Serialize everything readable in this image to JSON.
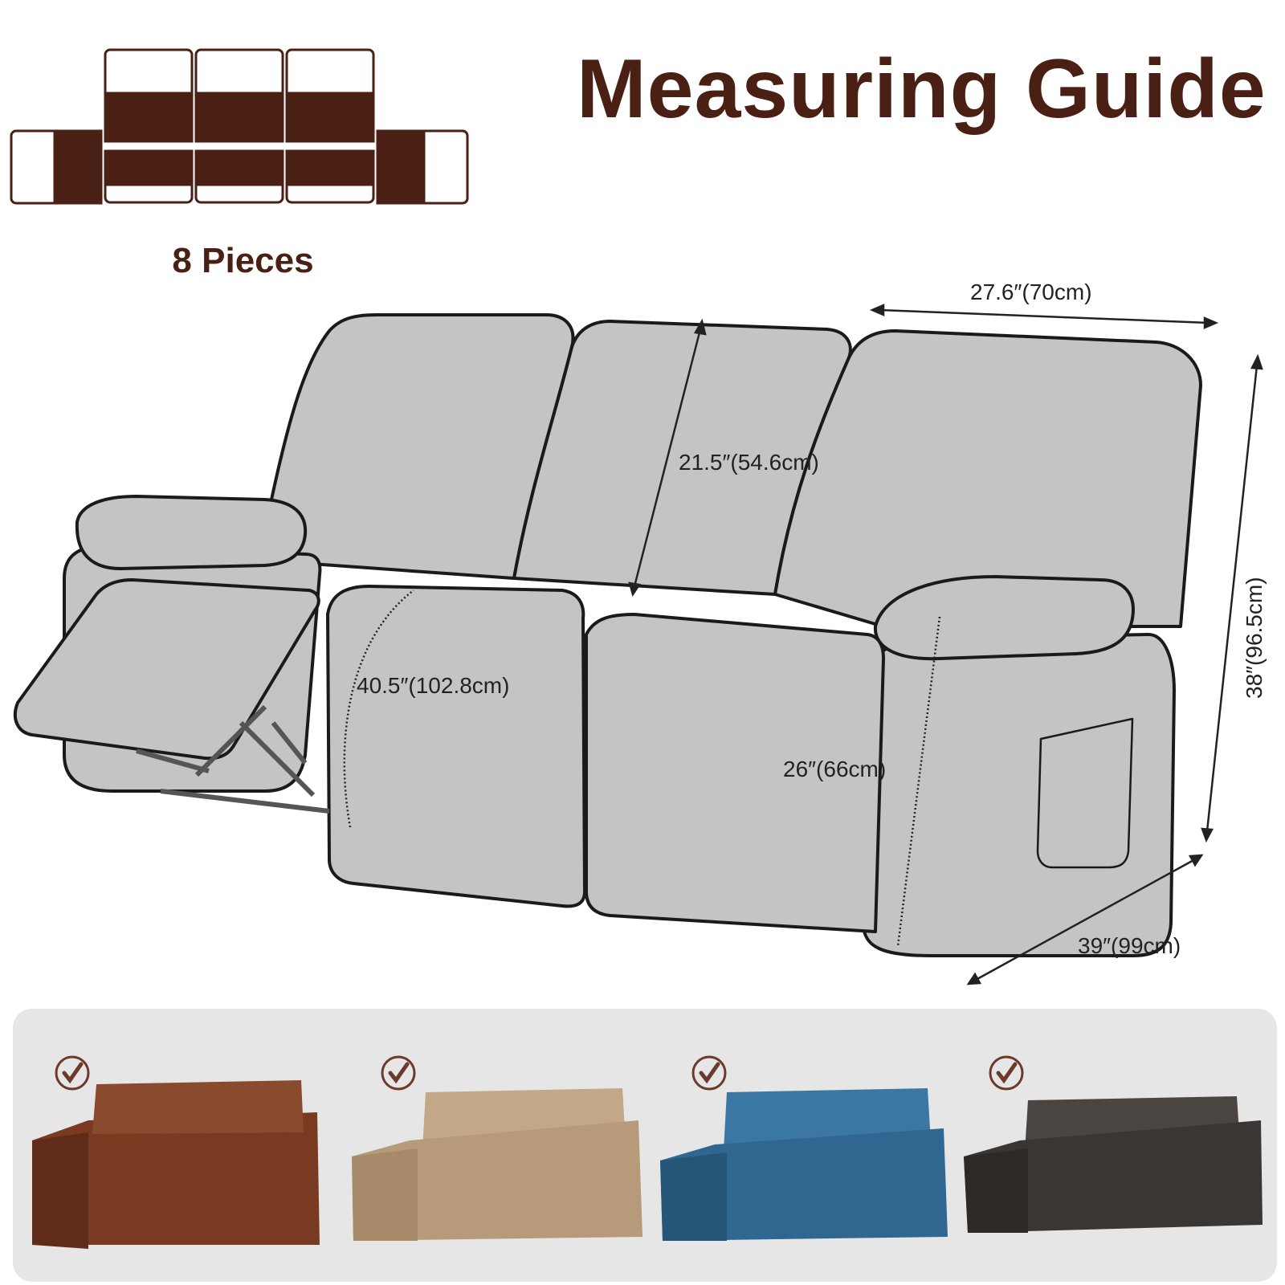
{
  "header": {
    "title": "Measuring Guide"
  },
  "pieces": {
    "label": "8 Pieces"
  },
  "dimensions": {
    "seat_width": "27.6″(70cm)",
    "backrest_height": "21.5″(54.6cm)",
    "seat_depth": "40.5″(102.8cm)",
    "arm_height": "26″(66cm)",
    "total_height": "38″(96.5cm)",
    "total_depth": "39″(99cm)"
  },
  "colors": {
    "brand_brown": "#4a1f14",
    "sofa_gray": "#c4c4c4",
    "sofa_outline": "#1a1a1a",
    "example_brown": "#7a3a22",
    "example_tan": "#b69a7a",
    "example_blue": "#2f6790",
    "example_black": "#3a3633"
  },
  "examples": [
    {
      "name": "brown-recliner-sofa",
      "color": "#7a3a22",
      "icon": "check-icon"
    },
    {
      "name": "tan-recliner-sofa",
      "color": "#b69a7a",
      "icon": "check-icon"
    },
    {
      "name": "blue-recliner-sofa",
      "color": "#2f6790",
      "icon": "check-icon"
    },
    {
      "name": "black-recliner-sofa",
      "color": "#3a3633",
      "icon": "check-icon"
    }
  ]
}
